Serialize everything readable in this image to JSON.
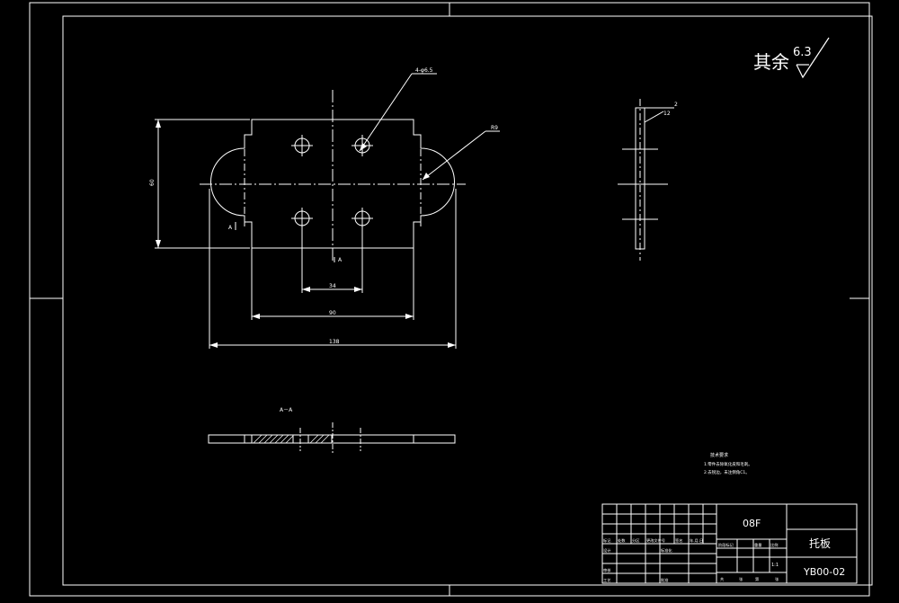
{
  "roughness": {
    "label": "其余",
    "value": "6.3"
  },
  "annotations": {
    "holes_callout": "4-φ6.5",
    "radius_callout": "R9",
    "section_marker": "A",
    "section_title": "A－A",
    "thickness": "2",
    "side_callout": "12"
  },
  "dimensions": {
    "height": "60",
    "hole_spacing": "34",
    "inner_width": "90",
    "overall_width": "138"
  },
  "tech_requirements": {
    "title": "技术要求",
    "items": [
      "1.零件去除氧化皮和毛刺。",
      "2.去锐边，未注倒角C1。"
    ]
  },
  "title_block": {
    "material": "08F",
    "part_name": "托板",
    "drawing_no": "YB00-02",
    "header_labels": [
      "标记",
      "处数",
      "分区",
      "更改文件号",
      "签名",
      "年.月.日"
    ],
    "row_labels": [
      "设计",
      "标准化",
      "审核",
      "工艺",
      "批准"
    ],
    "stage_labels": [
      "阶段标记",
      "重量",
      "比例"
    ],
    "scale": "1:1",
    "sheet_info": [
      "共",
      "张",
      "第",
      "张"
    ]
  }
}
